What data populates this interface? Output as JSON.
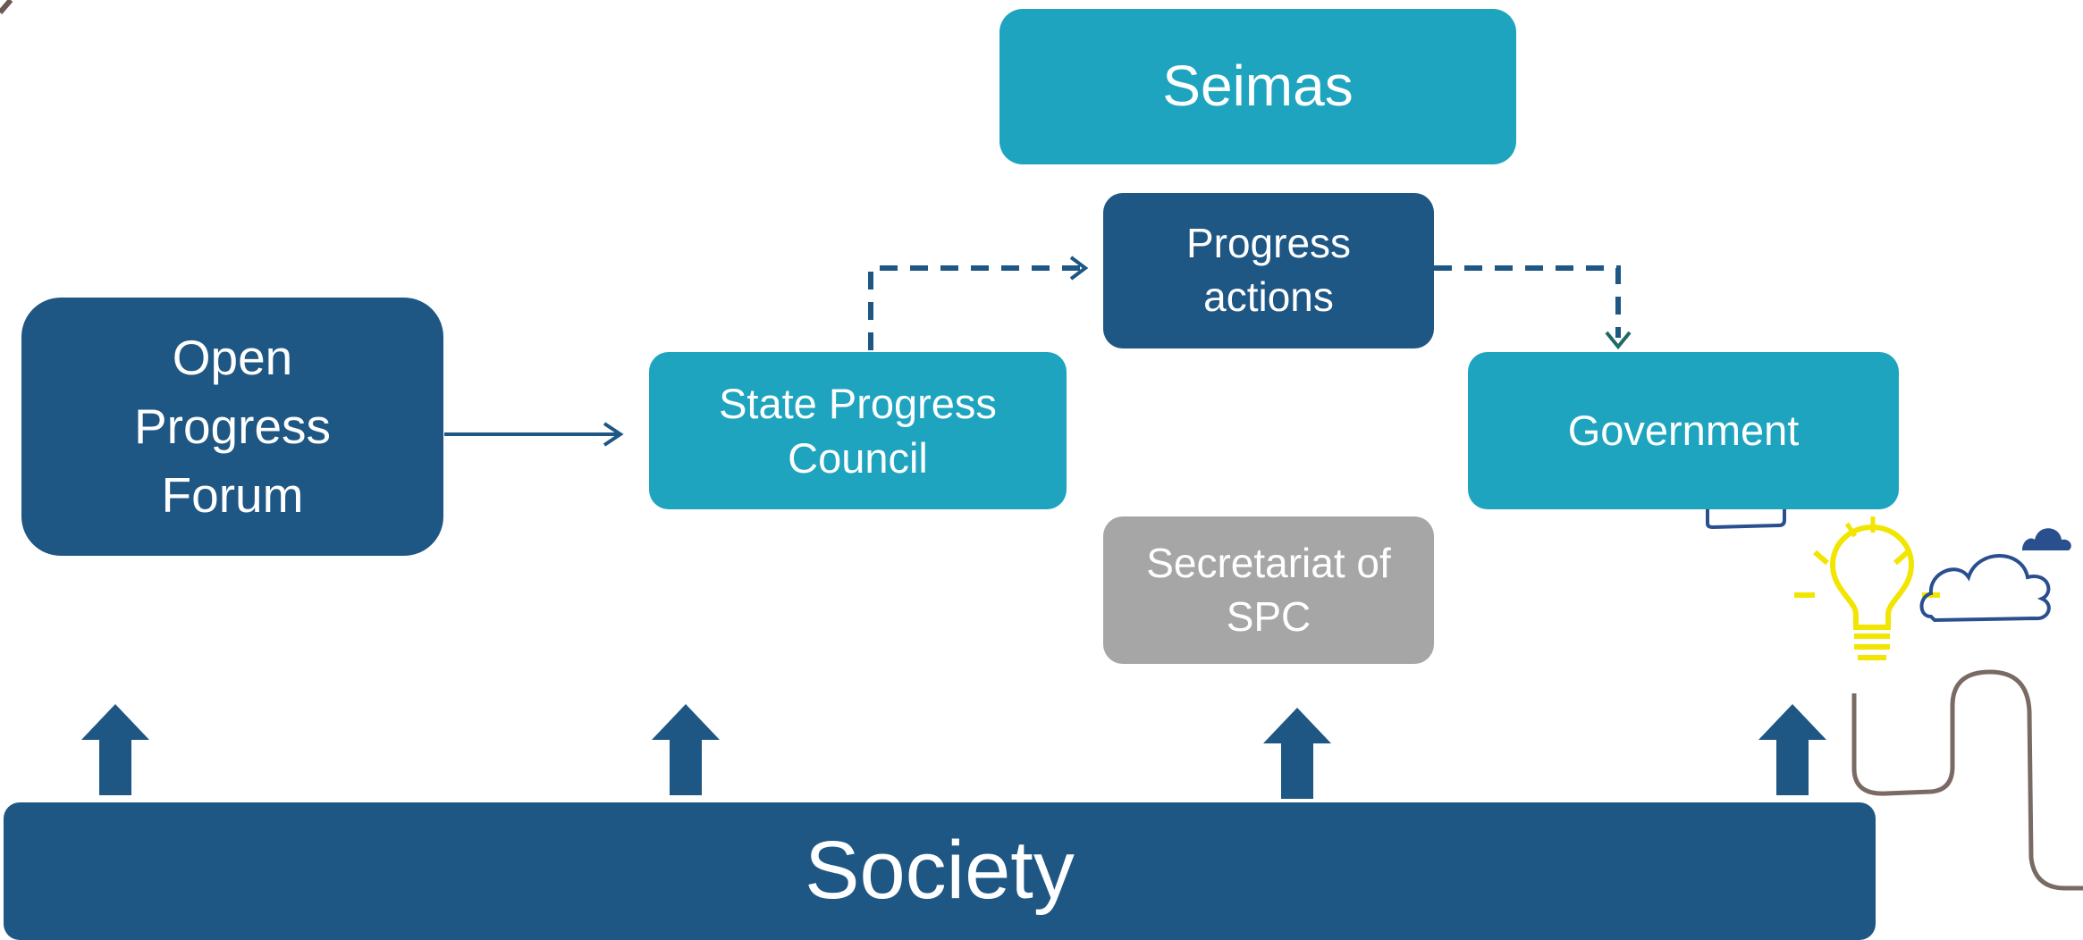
{
  "nodes": {
    "seimas": "Seimas",
    "progress_actions": "Progress\nactions",
    "open_progress_forum": "Open\nProgress\nForum",
    "state_progress_council": "State Progress\nCouncil",
    "government": "Government",
    "secretariat": "Secretariat of\nSPC",
    "society": "Society"
  },
  "colors": {
    "dark_blue": "#1e5684",
    "teal": "#1ea4bf",
    "grey": "#a6a6a6",
    "bulb_yellow": "#f2e500",
    "cable_brown": "#7a6a64"
  },
  "icons": [
    "up-arrow-icon",
    "light-bulb-icon",
    "cloud-icon"
  ]
}
